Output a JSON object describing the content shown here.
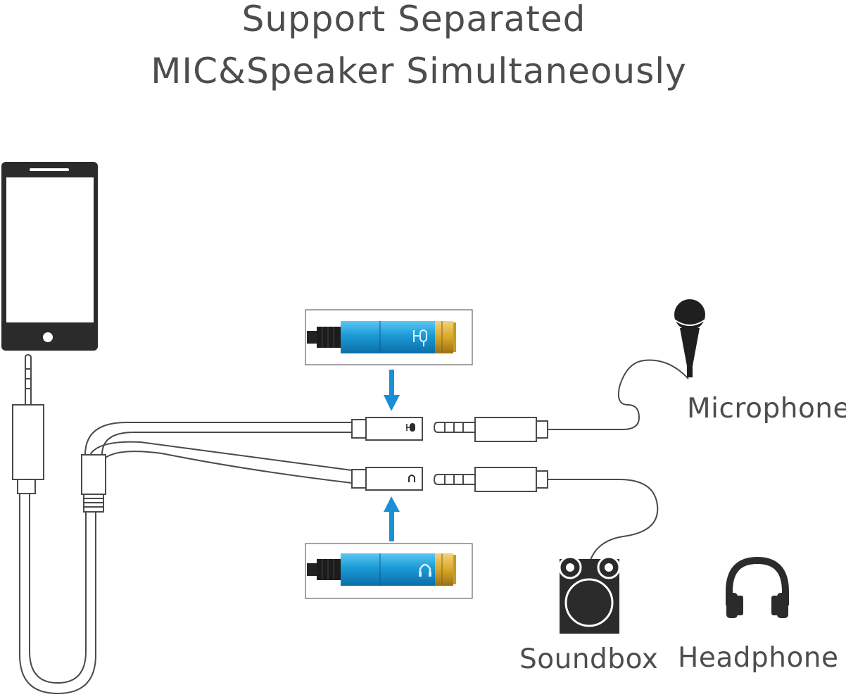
{
  "title": {
    "line1": "Support Separated",
    "line2": "MIC&Speaker Simultaneously"
  },
  "labels": {
    "microphone": "Microphone",
    "soundbox": "Soundbox",
    "headphone": "Headphone"
  },
  "icons": [
    "phone-icon",
    "microphone-icon",
    "headphone-symbol-icon",
    "soundbox-icon",
    "headphone-icon",
    "arrow-down-icon",
    "arrow-up-icon"
  ],
  "colors": {
    "jack_blue": "#1a9ad6",
    "jack_gold": "#d8a72a",
    "arrow_blue": "#1b8fd6",
    "device_black": "#2b2b2b"
  }
}
